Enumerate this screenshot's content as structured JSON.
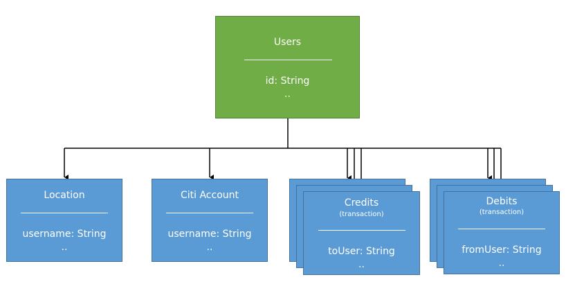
{
  "users": {
    "title": "Users",
    "field": "id: String",
    "more": ".."
  },
  "location": {
    "title": "Location",
    "field": "username: String",
    "more": ".."
  },
  "citi_account": {
    "title": "Citi Account",
    "field": "username: String",
    "more": ".."
  },
  "credits": {
    "title": "Credits",
    "subtitle": "(transaction)",
    "field": "toUser: String",
    "more": ".."
  },
  "debits": {
    "title": "Debits",
    "subtitle": "(transaction)",
    "field": "fromUser: String",
    "more": ".."
  },
  "colors": {
    "parent_fill": "#70ad47",
    "child_fill": "#5b9bd5",
    "line": "#000000"
  }
}
